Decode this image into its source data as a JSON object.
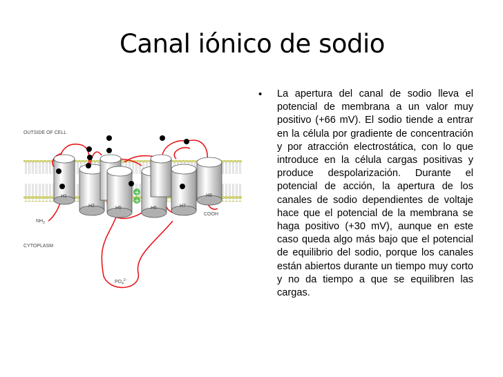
{
  "slide": {
    "title": "Canal iónico de sodio",
    "bullet_glyph": "•",
    "bullet_text": "La apertura del canal de sodio lleva el potencial de membrana a un valor muy positivo (+66 mV). El sodio tiende a entrar en la célula por gradiente de concentración y por atracción electrostática, con lo que introduce en la célula cargas positivas y produce despolarización. Durante el potencial de acción, la apertura de los canales de sodio dependientes de voltaje hace que el potencial de la membrana se haga positivo (+30 mV), aunque en este caso queda algo más bajo que el potencial de equilibrio del sodio, porque los canales están abiertos durante un tiempo muy corto y no da tiempo a que se equilibren las cargas."
  },
  "figure": {
    "outside_label": "OUTSIDE OF CELL",
    "cytoplasm_label": "CYTOPLASM",
    "nh2_label": "NH",
    "nh2_sub": "2",
    "cooh_label": "COOH",
    "po4_label": "PO",
    "po4_sub": "4",
    "po4_sup": "2-",
    "helix_labels": [
      "H1",
      "H2",
      "H5",
      "H6",
      "H7",
      "H8"
    ],
    "plus_signs": [
      "+",
      "+"
    ],
    "colors": {
      "loop": "#e8171c",
      "lipid_head": "#d9dd6e",
      "helix_fill": "#f2f2f2",
      "plus_fill": "#5dc05d"
    }
  }
}
